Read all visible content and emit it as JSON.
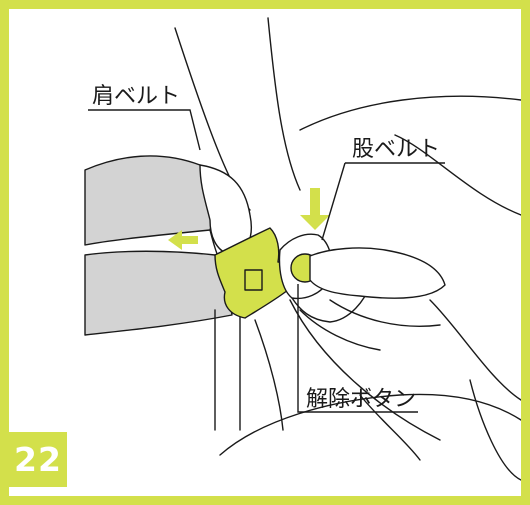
{
  "labels": {
    "shoulder_belt": "肩ベルト",
    "crotch_belt": "股ベルト",
    "release_button": "解除ボタン"
  },
  "step_number": "22",
  "colors": {
    "accent": "#d3e04b",
    "line": "#1a1a1a",
    "fill_gray": "#d3d3d3",
    "background": "#ffffff"
  },
  "icons": {
    "up_arrow": "arrow-down-icon",
    "left_arrow": "arrow-left-icon"
  }
}
